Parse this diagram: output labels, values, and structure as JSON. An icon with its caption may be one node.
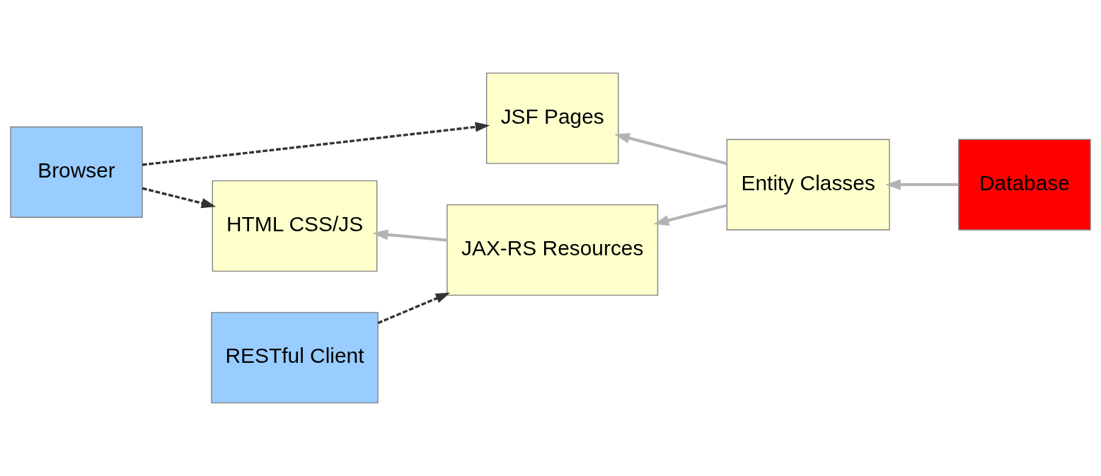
{
  "diagram": {
    "nodes": [
      {
        "text": [
          "Browser"
        ]
      },
      {
        "text": [
          "JSF Pages"
        ]
      },
      {
        "text": [
          "HTML CSS/JS"
        ]
      },
      {
        "text": [
          "Entity Classes"
        ]
      },
      {
        "text": [
          "Database"
        ]
      },
      {
        "text": [
          "RESTful Client"
        ]
      },
      {
        "text": [
          "JAX-RS Resources"
        ]
      }
    ],
    "edges": [
      {
        "from": 0,
        "to": 1,
        "arrow": "to",
        "style": "dashed",
        "color": "#333333"
      },
      {
        "from": 0,
        "to": 2,
        "arrow": "to",
        "style": "dashed",
        "color": "#333333"
      },
      {
        "from": 3,
        "to": 1,
        "arrow": "to"
      },
      {
        "from": 4,
        "to": 3,
        "arrow": "to"
      },
      {
        "from": 3,
        "to": 6,
        "arrow": "to"
      },
      {
        "from": 6,
        "to": 2,
        "arrow": "to"
      },
      {
        "from": 5,
        "to": 6,
        "arrow": "to",
        "style": "dashed",
        "color": "#333333"
      }
    ]
  }
}
